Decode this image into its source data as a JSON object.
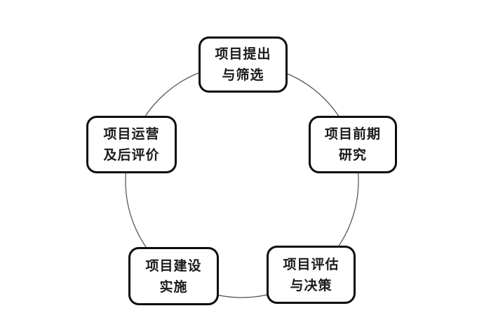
{
  "diagram": {
    "type": "cycle",
    "background_color": "#ffffff",
    "circle": {
      "stroke_color": "#5a5a5a",
      "description": "thin circular connector passing behind all five boxes"
    },
    "box_style": {
      "fill_color": "#ffffff",
      "border_color": "#0d0d0d",
      "text_color": "#1a1a1a"
    },
    "nodes": [
      {
        "id": "proposal",
        "position": "top",
        "line1": "项目提出",
        "line2": "与筛选"
      },
      {
        "id": "research",
        "position": "right",
        "line1": "项目前期",
        "line2": "研究"
      },
      {
        "id": "evaluation",
        "position": "bottom-right",
        "line1": "项目评估",
        "line2": "与决策"
      },
      {
        "id": "construction",
        "position": "bottom-left",
        "line1": "项目建设",
        "line2": "实施"
      },
      {
        "id": "operation",
        "position": "left",
        "line1": "项目运营",
        "line2": "及后评价"
      }
    ]
  }
}
